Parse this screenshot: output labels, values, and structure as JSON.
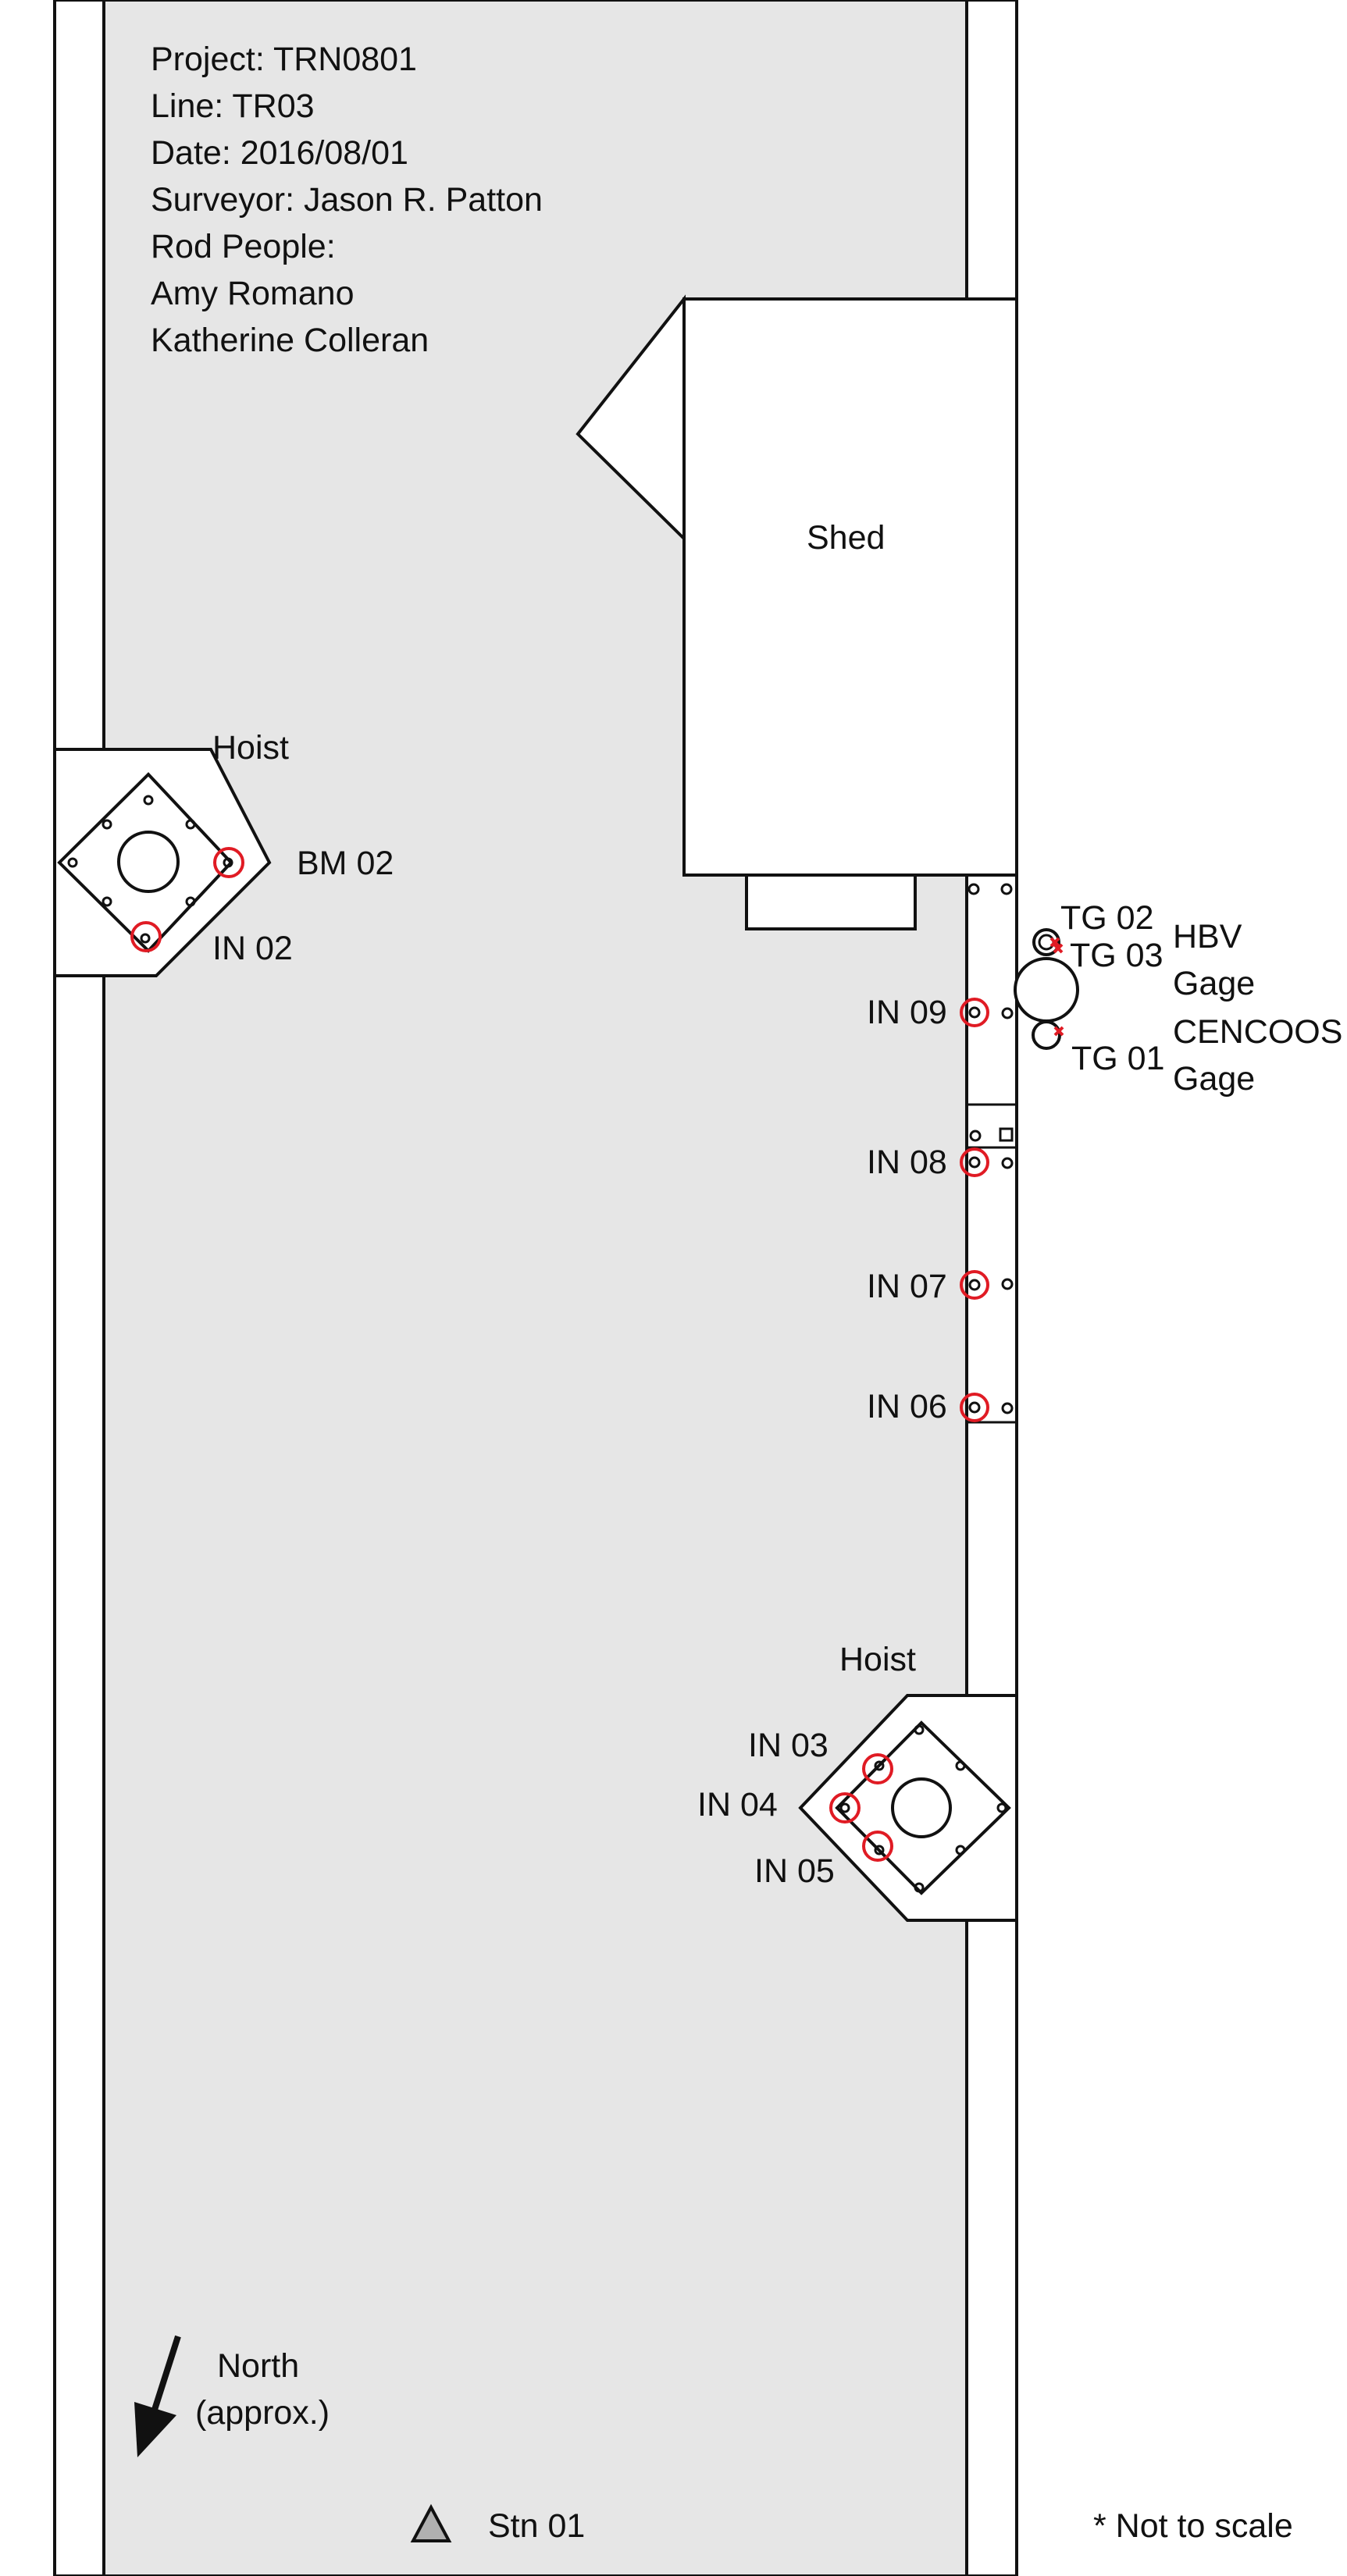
{
  "header": {
    "project": "Project: TRN0801",
    "line": "Line: TR03",
    "date": "Date: 2016/08/01",
    "surveyor": "Surveyor: Jason R. Patton",
    "rod_people_label": "Rod People:",
    "rod_person_1": "Amy Romano",
    "rod_person_2": "Katherine Colleran"
  },
  "structures": {
    "shed": "Shed",
    "hoist_west": "Hoist",
    "hoist_east": "Hoist"
  },
  "points": {
    "bm02": "BM 02",
    "in02": "IN 02",
    "in03": "IN 03",
    "in04": "IN 04",
    "in05": "IN 05",
    "in06": "IN 06",
    "in07": "IN 07",
    "in08": "IN 08",
    "in09": "IN 09",
    "tg01": "TG 01",
    "tg02": "TG 02",
    "tg03": "TG 03",
    "stn01": "Stn 01"
  },
  "gages": {
    "hbv_line1": "HBV",
    "hbv_line2": "Gage",
    "cencoos_line1": "CENCOOS",
    "cencoos_line2": "Gage"
  },
  "north_arrow": {
    "line1": "North",
    "line2": "(approx.)"
  },
  "note": "* Not to scale",
  "colors": {
    "deck": "#e6e6e6",
    "outline": "#111111",
    "marker": "#e01b24",
    "station": "#b0b0b0",
    "background": "#ffffff"
  },
  "icons": {
    "north_arrow": "arrow-down-left-icon",
    "station": "triangle-icon",
    "survey_point": "red-circle-marker"
  }
}
